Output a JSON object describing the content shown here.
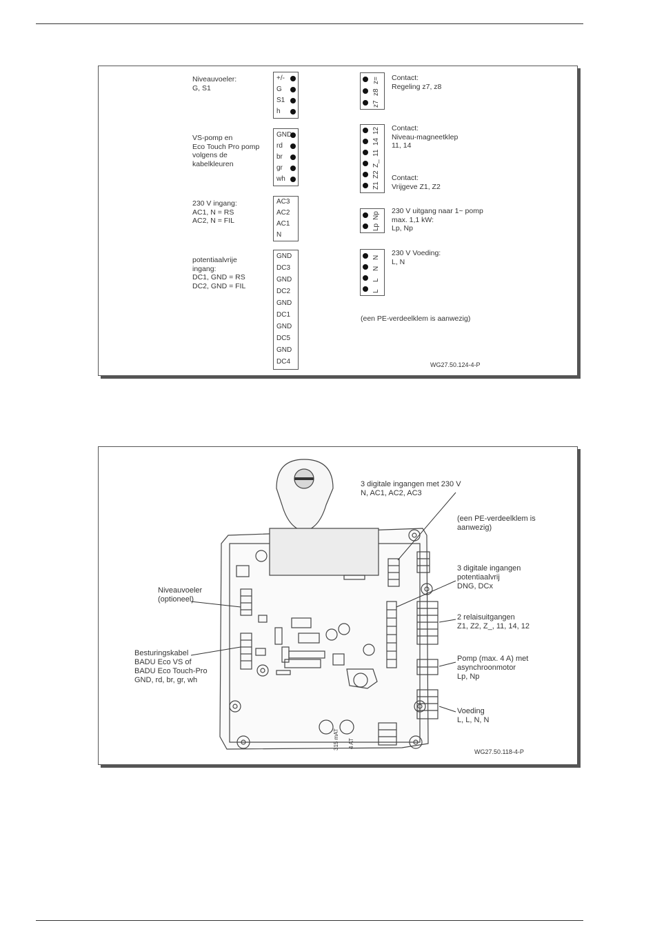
{
  "figure1": {
    "left_terminals": [
      {
        "label": "Niveauvoeler:\nG, S1",
        "rows": [
          "+/-",
          "G",
          "S1",
          "h"
        ]
      },
      {
        "label": "VS-pomp en\nEco Touch Pro pomp\nvolgens de\nkabelkleuren",
        "rows": [
          "GND",
          "rd",
          "br",
          "gr",
          "wh"
        ]
      },
      {
        "label": "230 V ingang:\nAC1, N = RS\nAC2, N = FIL",
        "rows": [
          "AC3",
          "AC2",
          "AC1",
          "N"
        ]
      },
      {
        "label": "potentiaalvrije\ningang:\nDC1, GND = RS\nDC2, GND = FIL",
        "rows": [
          "GND",
          "DC3",
          "GND",
          "DC2",
          "GND",
          "DC1",
          "GND",
          "DC5",
          "GND",
          "DC4"
        ]
      }
    ],
    "right_terminals": [
      {
        "label": "Contact:\nRegeling z7, z8",
        "rows": [
          "z=",
          "z8",
          "z7"
        ]
      },
      {
        "label": "Contact:\nNiveau-magneetklep\n11, 14",
        "rows": [
          "12",
          "14",
          "11"
        ]
      },
      {
        "label": "Contact:\nVrijgeve Z1, Z2",
        "rows": [
          "Z_",
          "Z2",
          "Z1"
        ]
      },
      {
        "label": "230 V uitgang naar 1~ pomp\nmax. 1,1 kW:\nLp, Np",
        "rows": [
          "Np",
          "Lp"
        ]
      },
      {
        "label": "230 V Voeding:\nL, N",
        "rows": [
          "N",
          "N",
          "L",
          "L"
        ]
      }
    ],
    "pe_note": "(een PE-verdeelklem is aanwezig)",
    "ref": "WG27.50.124-4-P"
  },
  "figure2": {
    "callouts": [
      {
        "id": "ac-inputs",
        "text": "3 digitale ingangen met 230 V\nN, AC1, AC2, AC3"
      },
      {
        "id": "pe-note",
        "text": "(een PE-verdeelklem is\naanwezig)"
      },
      {
        "id": "dc-inputs",
        "text": "3 digitale ingangen\npotentiaalvrij\nDNG, DCx"
      },
      {
        "id": "relays",
        "text": "2 relaisuitgangen\nZ1, Z2, Z_, 11, 14, 12"
      },
      {
        "id": "pump",
        "text": "Pomp (max. 4 A) met\nasynchroonmotor\nLp, Np"
      },
      {
        "id": "power",
        "text": "Voeding\nL, L, N, N"
      },
      {
        "id": "level-sensor",
        "text": "Niveauvoeler\n(optioneel)"
      },
      {
        "id": "control-cable",
        "text": "Besturingskabel\nBADU Eco VS of\nBADU Eco Touch-Pro\nGND, rd, br, gr, wh"
      }
    ],
    "fuse_labels": [
      "315 mAT",
      "4 AT"
    ],
    "ref": "WG27.50.118-4-P"
  }
}
